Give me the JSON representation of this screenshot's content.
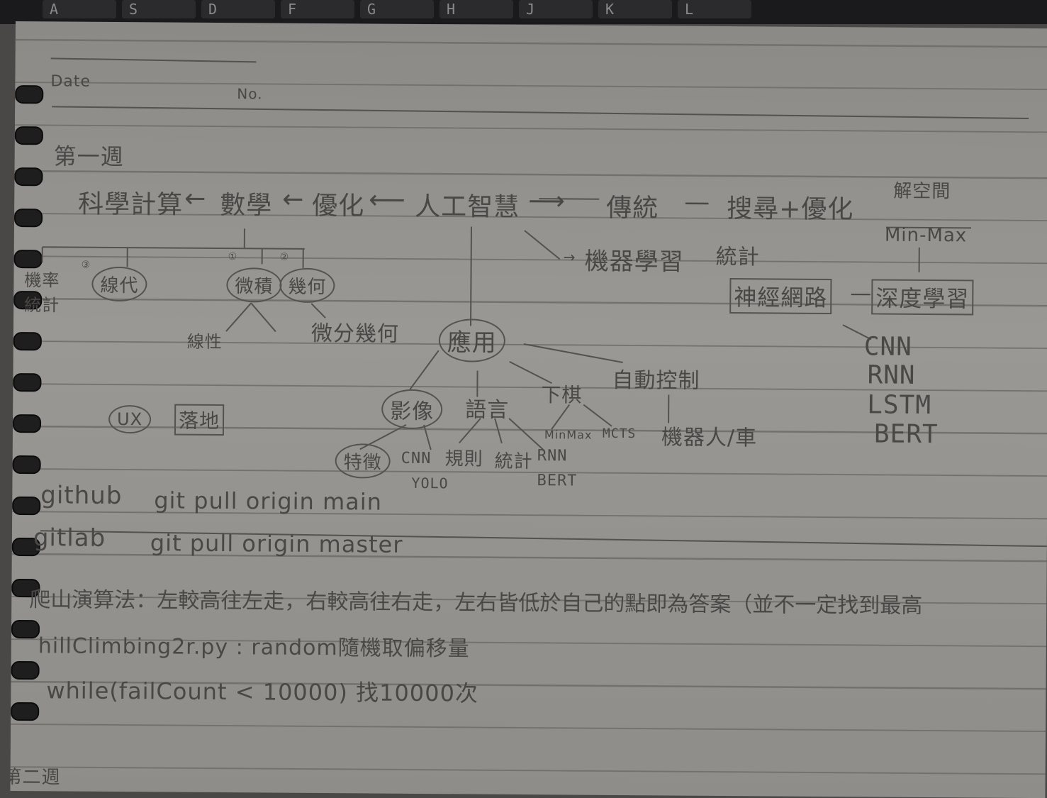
{
  "header": {
    "date_label": "Date",
    "no_label": "No."
  },
  "title": "第一週",
  "top_row": {
    "sci": "科學計算",
    "math": "數學",
    "optimize": "優化",
    "ai": "人工智慧",
    "traditional": "傳統",
    "search_opt": "搜尋+優化",
    "solution_space": "解空間"
  },
  "minmax": "Min-Max",
  "ml": "機器學習",
  "stats": "統計",
  "nn": "神經網路",
  "dl": "深度學習",
  "dl_models": [
    "CNN",
    "RNN",
    "LSTM",
    "BERT"
  ],
  "math_branches": {
    "prob": "機率統計",
    "linear": "線代",
    "calc": "微積",
    "geom": "幾何",
    "num_1": "③",
    "num_2": "①",
    "num_3": "②",
    "linear_prog": "線性",
    "diff_geom": "微分幾何"
  },
  "apps": {
    "center": "應用",
    "image": "影像",
    "language": "語言",
    "chess": "下棋",
    "control": "自動控制",
    "features": "特徵",
    "cnn_yolo_1": "CNN",
    "cnn_yolo_2": "YOLO",
    "rules": "規則",
    "stats": "統計",
    "rnn": "RNN",
    "bert": "BERT",
    "minmax": "MinMax",
    "mcts": "MCTS",
    "robot": "機器人/車"
  },
  "ux": {
    "ux": "UX",
    "landing": "落地"
  },
  "git": {
    "gh": "github",
    "gh_cmd": "git pull origin main",
    "gl": "gitlab",
    "gl_cmd": "git pull origin master"
  },
  "hill": {
    "line1": "爬山演算法：左較高往左走，右較高往右走，左右皆低於自己的點即為答案（並不一定找到最高",
    "line2": "hillClimbing2r.py : random隨機取偏移量",
    "line3": "while(failCount < 10000) 找10000次"
  },
  "footer": "第二週",
  "keys": [
    "A",
    "S",
    "D",
    "F",
    "G",
    "H",
    "J",
    "K",
    "L"
  ]
}
